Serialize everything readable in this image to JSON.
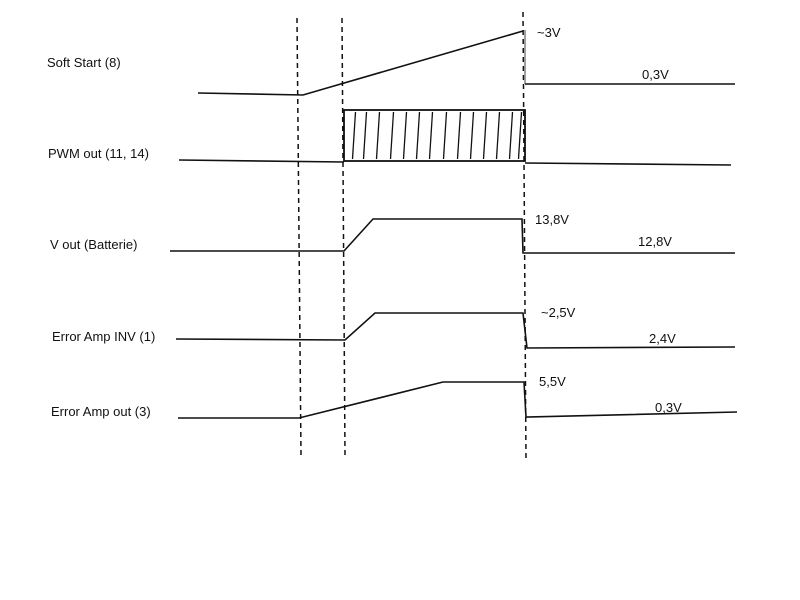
{
  "signals": [
    {
      "id": "soft-start",
      "label": "Soft Start (8)"
    },
    {
      "id": "pwm-out",
      "label": "PWM out (11, 14)"
    },
    {
      "id": "v-out",
      "label": "V out  (Batterie)"
    },
    {
      "id": "error-amp-inv",
      "label": "Error Amp INV (1)"
    },
    {
      "id": "error-amp-out",
      "label": "Error Amp out (3)"
    }
  ],
  "values": {
    "soft_start_peak": "~3V",
    "soft_start_low": "0,3V",
    "v_out_high": "13,8V",
    "v_out_low": "12,8V",
    "inv_high": "~2,5V",
    "inv_low": "2,4V",
    "err_out_high": "5,5V",
    "err_out_low": "0,3V"
  },
  "colors": {
    "line": "#111111",
    "background": "#ffffff"
  }
}
